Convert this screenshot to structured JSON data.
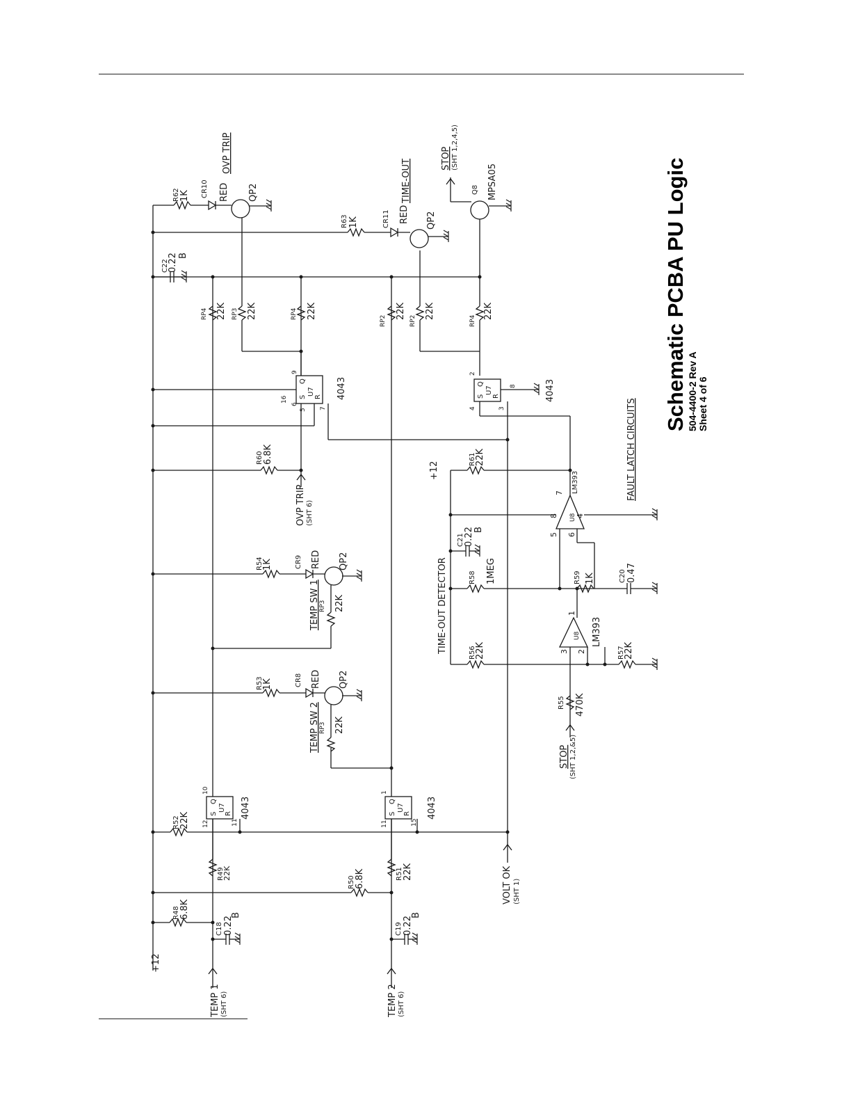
{
  "title": {
    "main": "Schematic PCBA PU Logic",
    "part": "504-4400-2  Rev A",
    "sheet": "Sheet 4 of 6"
  },
  "section_labels": {
    "fault_latch": "FAULT LATCH CIRCUITS",
    "timeout_detector": "TIME-OUT  DETECTOR"
  },
  "nets": {
    "plus12": "+12",
    "plus12_b": "+12",
    "temp1": "TEMP 1",
    "temp1_ref": "(SHT 6)",
    "temp2": "TEMP 2",
    "temp2_ref": "(SHT 6)",
    "volt_ok": "VOLT OK",
    "volt_ok_ref": "(SHT 1)",
    "ovp_trip_in": "OVP TRIP",
    "ovp_trip_in_ref": "(SHT 6)",
    "stop_in": "STOP",
    "stop_in_ref": "(SHT 1,2,&5)",
    "stop_out": "STOP",
    "stop_out_ref": "(SHT 1,2,4,5)",
    "ovp_trip_out": "OVP TRIP",
    "time_out": "TIME-OUT",
    "temp_sw1": "TEMP SW 1",
    "temp_sw2": "TEMP SW 2"
  },
  "components": {
    "R48": {
      "ref": "R48",
      "value": "6.8K"
    },
    "C18": {
      "ref": "C18",
      "value": "0.22",
      "suffix": "B"
    },
    "R49": {
      "ref": "R49",
      "value": "22K"
    },
    "R50": {
      "ref": "R50",
      "value": "6.8K"
    },
    "R51": {
      "ref": "R51",
      "value": "22K"
    },
    "C19": {
      "ref": "C19",
      "value": "0.22",
      "suffix": "B"
    },
    "R52": {
      "ref": "R52",
      "value": "22K"
    },
    "R53": {
      "ref": "R53",
      "value": "1K"
    },
    "R54": {
      "ref": "R54",
      "value": "1K"
    },
    "R55": {
      "ref": "R55",
      "value": "470K"
    },
    "R56": {
      "ref": "R56",
      "value": "22K"
    },
    "R57": {
      "ref": "R57",
      "value": "22K"
    },
    "R58": {
      "ref": "R58",
      "value": "1MEG"
    },
    "R59": {
      "ref": "R59",
      "value": "1K"
    },
    "R60": {
      "ref": "R60",
      "value": "6.8K"
    },
    "R61": {
      "ref": "R61",
      "value": "22K"
    },
    "R62": {
      "ref": "R62",
      "value": "1K"
    },
    "R63": {
      "ref": "R63",
      "value": "1K"
    },
    "C20": {
      "ref": "C20",
      "value": "0.47"
    },
    "C21": {
      "ref": "C21",
      "value": "0.22",
      "suffix": "B"
    },
    "C22": {
      "ref": "C22",
      "value": "0.22",
      "suffix": "B"
    },
    "CR8": {
      "ref": "CR8",
      "color": "RED"
    },
    "CR9": {
      "ref": "CR9",
      "color": "RED"
    },
    "CR10": {
      "ref": "CR10",
      "color": "RED"
    },
    "CR11": {
      "ref": "CR11",
      "color": "RED"
    },
    "Q8": {
      "ref": "Q8",
      "part": "MPSA05"
    },
    "QP2_a": {
      "ref": "QP2"
    },
    "QP2_b": {
      "ref": "QP2"
    },
    "QP2_c": {
      "ref": "QP2"
    },
    "QP2_d": {
      "ref": "QP2"
    },
    "U7_a": {
      "ref": "U7",
      "part": "4043",
      "s": "S",
      "q": "Q",
      "r": "R"
    },
    "U7_b": {
      "ref": "U7",
      "part": "4043",
      "s": "S",
      "q": "Q",
      "r": "R"
    },
    "U7_c": {
      "ref": "U7",
      "part": "4043",
      "s": "S",
      "q": "Q",
      "r": "R"
    },
    "U7_d": {
      "ref": "U7",
      "part": "4043",
      "s": "S",
      "q": "Q",
      "r": "R"
    },
    "U8_a": {
      "ref": "U8",
      "part": "LM393"
    },
    "U8_b": {
      "ref": "U8",
      "part": "LM393"
    },
    "RP2_a": {
      "ref": "RP2",
      "value": "22K"
    },
    "RP2_b": {
      "ref": "RP2",
      "value": "22K"
    },
    "RP3_a": {
      "ref": "RP3",
      "value": "22K"
    },
    "RP3_b": {
      "ref": "RP3",
      "value": "22K"
    },
    "RP3_c": {
      "ref": "RP3",
      "value": "22K"
    },
    "RP4_a": {
      "ref": "RP4",
      "value": "22K"
    },
    "RP4_b": {
      "ref": "RP4",
      "value": "22K"
    },
    "RP4_c": {
      "ref": "RP4",
      "value": "22K"
    }
  },
  "pins": {
    "u7a_s": "12",
    "u7a_q": "10",
    "u7a_r": "11",
    "u7b_s": "11",
    "u7b_q": "1",
    "u7b_r": "15",
    "u7c_s1": "6",
    "u7c_s2": "5",
    "u7c_q": "9",
    "u7c_r": "7",
    "u7c_vdd": "16",
    "u7d_s": "4",
    "u7d_q": "2",
    "u7d_r": "3",
    "u7d_vss": "8",
    "u8a_p": "3",
    "u8a_n": "2",
    "u8a_o": "1",
    "u8b_p": "5",
    "u8b_n": "6",
    "u8b_o": "7",
    "u8b_v8": "8",
    "u8b_v4": "4"
  }
}
